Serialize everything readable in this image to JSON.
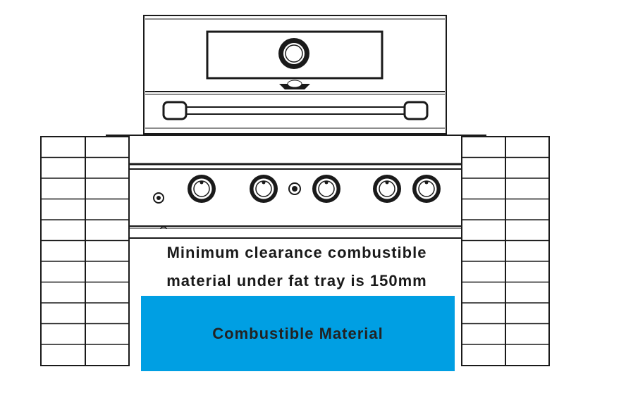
{
  "diagram": {
    "caption_line1": "Minimum clearance combustible",
    "caption_line2": "material under fat tray is 150mm",
    "material_label": "Combustible Material"
  },
  "colors": {
    "line": "#1a1a1a",
    "material_fill": "#009fe3",
    "background": "#ffffff"
  }
}
